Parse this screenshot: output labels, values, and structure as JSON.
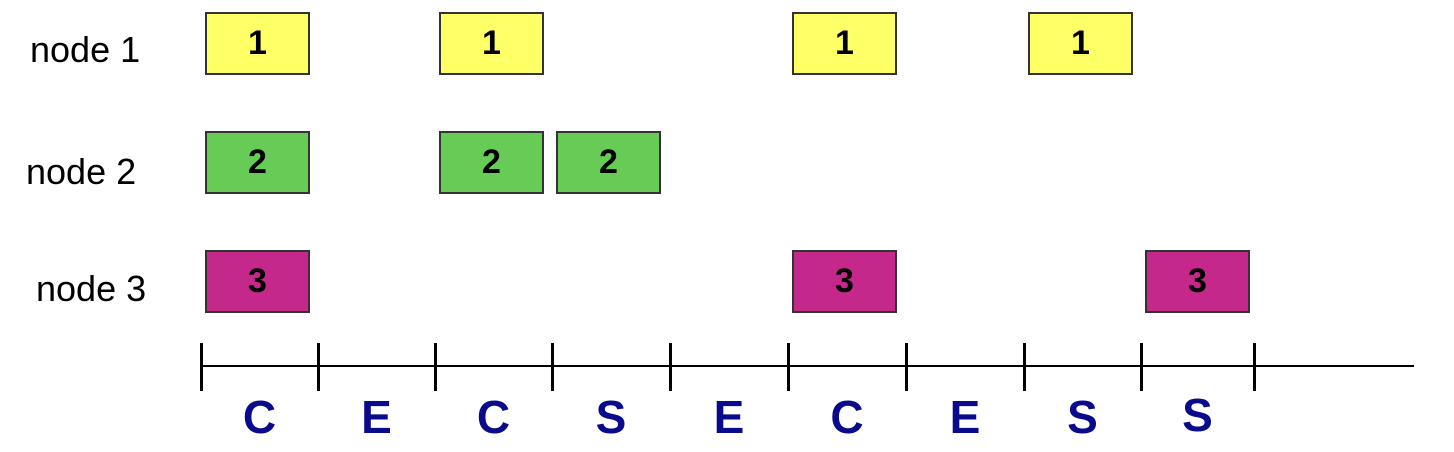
{
  "nodes": [
    {
      "label": "node 1",
      "color": "#ffff66",
      "slots": [
        {
          "slot": 0,
          "text": "1"
        },
        {
          "slot": 2,
          "text": "1"
        },
        {
          "slot": 5,
          "text": "1"
        },
        {
          "slot": 7,
          "text": "1"
        }
      ]
    },
    {
      "label": "node 2",
      "color": "#66cc55",
      "slots": [
        {
          "slot": 0,
          "text": "2"
        },
        {
          "slot": 2,
          "text": "2"
        },
        {
          "slot": 3,
          "text": "2"
        }
      ]
    },
    {
      "label": "node 3",
      "color": "#c4288a",
      "slots": [
        {
          "slot": 0,
          "text": "3"
        },
        {
          "slot": 5,
          "text": "3"
        },
        {
          "slot": 8,
          "text": "3"
        }
      ]
    }
  ],
  "timeline": {
    "phases": [
      "C",
      "E",
      "C",
      "S",
      "E",
      "C",
      "E",
      "S",
      "S"
    ],
    "phase_color": "#0a0a8c"
  }
}
